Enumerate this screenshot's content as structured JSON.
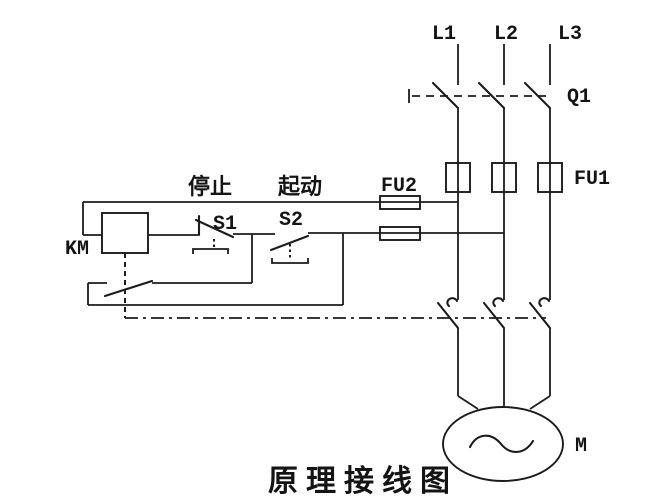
{
  "diagram": {
    "title": "原理接线图",
    "labels": {
      "phase_l1": "L1",
      "phase_l2": "L2",
      "phase_l3": "L3",
      "breaker": "Q1",
      "main_fuse": "FU1",
      "control_fuse": "FU2",
      "stop_cn": "停止",
      "start_cn": "起动",
      "stop_button": "S1",
      "start_button": "S2",
      "contactor_coil": "KM",
      "motor": "M"
    },
    "colors": {
      "line": "#1c1c1c",
      "background": "#ffffff"
    }
  }
}
